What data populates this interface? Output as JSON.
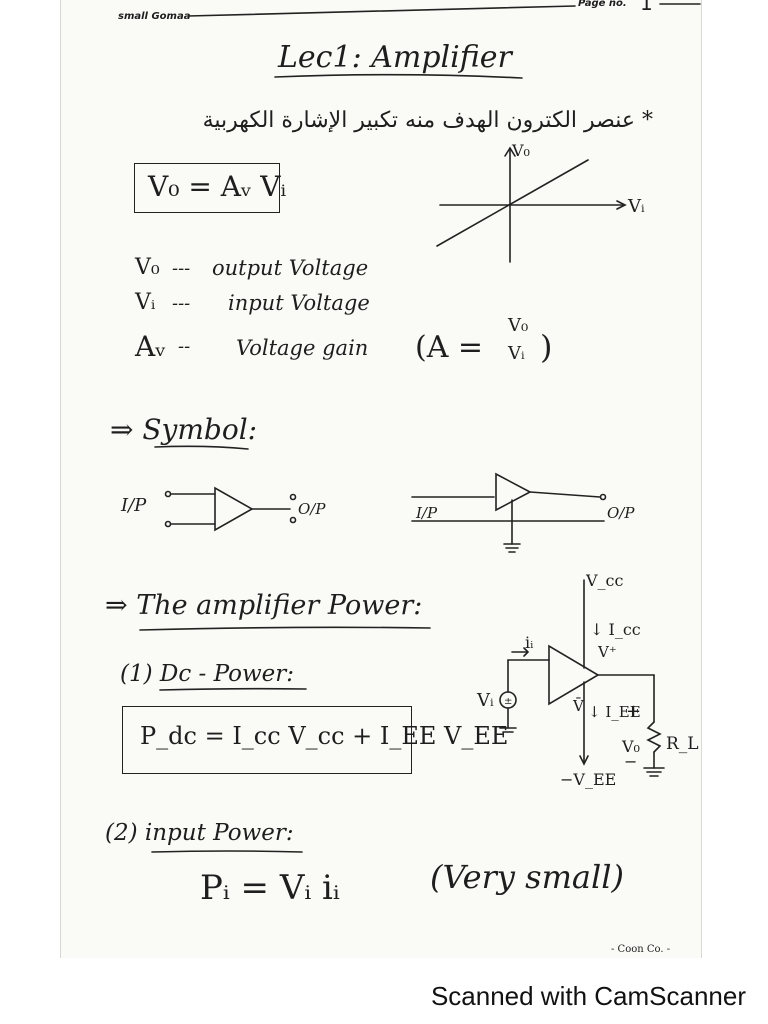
{
  "header": {
    "notebook_brand": "small Gomaa",
    "page_label": "Page no.",
    "page_number": "1"
  },
  "title": "Lec1: Amplifier",
  "arabic_intro": "* عنصر الكترون الهدف منه تكبير الإشارة الكهربية",
  "main_equation": "V₀ = Aᵥ Vᵢ",
  "transfer_graph": {
    "y_label": "V₀",
    "x_label": "Vᵢ"
  },
  "definitions": [
    {
      "symbol": "V₀",
      "sep": "---",
      "text": "output Voltage"
    },
    {
      "symbol": "Vᵢ",
      "sep": "---",
      "text": "input Voltage"
    },
    {
      "symbol": "Aᵥ",
      "sep": "--",
      "text": "Voltage gain"
    }
  ],
  "gain_formula": {
    "lhs": "(A =",
    "num": "V₀",
    "den": "Vᵢ",
    "close": ")"
  },
  "symbol_heading": "⇒ Symbol:",
  "symbol_diagram": {
    "left": {
      "input": "I/P",
      "output": "O/P"
    },
    "right": {
      "input": "I/P",
      "output": "O/P"
    }
  },
  "power_heading": "⇒ The amplifier Power:",
  "dc_power": {
    "heading": "(1) Dc - Power:",
    "equation": "P_dc = I_cc V_cc + I_EE V_EE"
  },
  "circuit": {
    "vcc": "V_cc",
    "icc": "↓ I_cc",
    "vplus": "V⁺",
    "ii": "iᵢ",
    "vi": "Vᵢ",
    "vminus": "V̄",
    "iee": "↓ I_EE",
    "plus_sign": "+",
    "vo": "V₀",
    "minus_sign": "−",
    "rl": "R_L",
    "vee": "−V_EE"
  },
  "input_power": {
    "heading": "(2) input Power:",
    "equation": "Pᵢ = Vᵢ iᵢ",
    "note": "(Very small)"
  },
  "bottom_corner": "- Coon Co. -",
  "scanner_footer": "Scanned with CamScanner"
}
